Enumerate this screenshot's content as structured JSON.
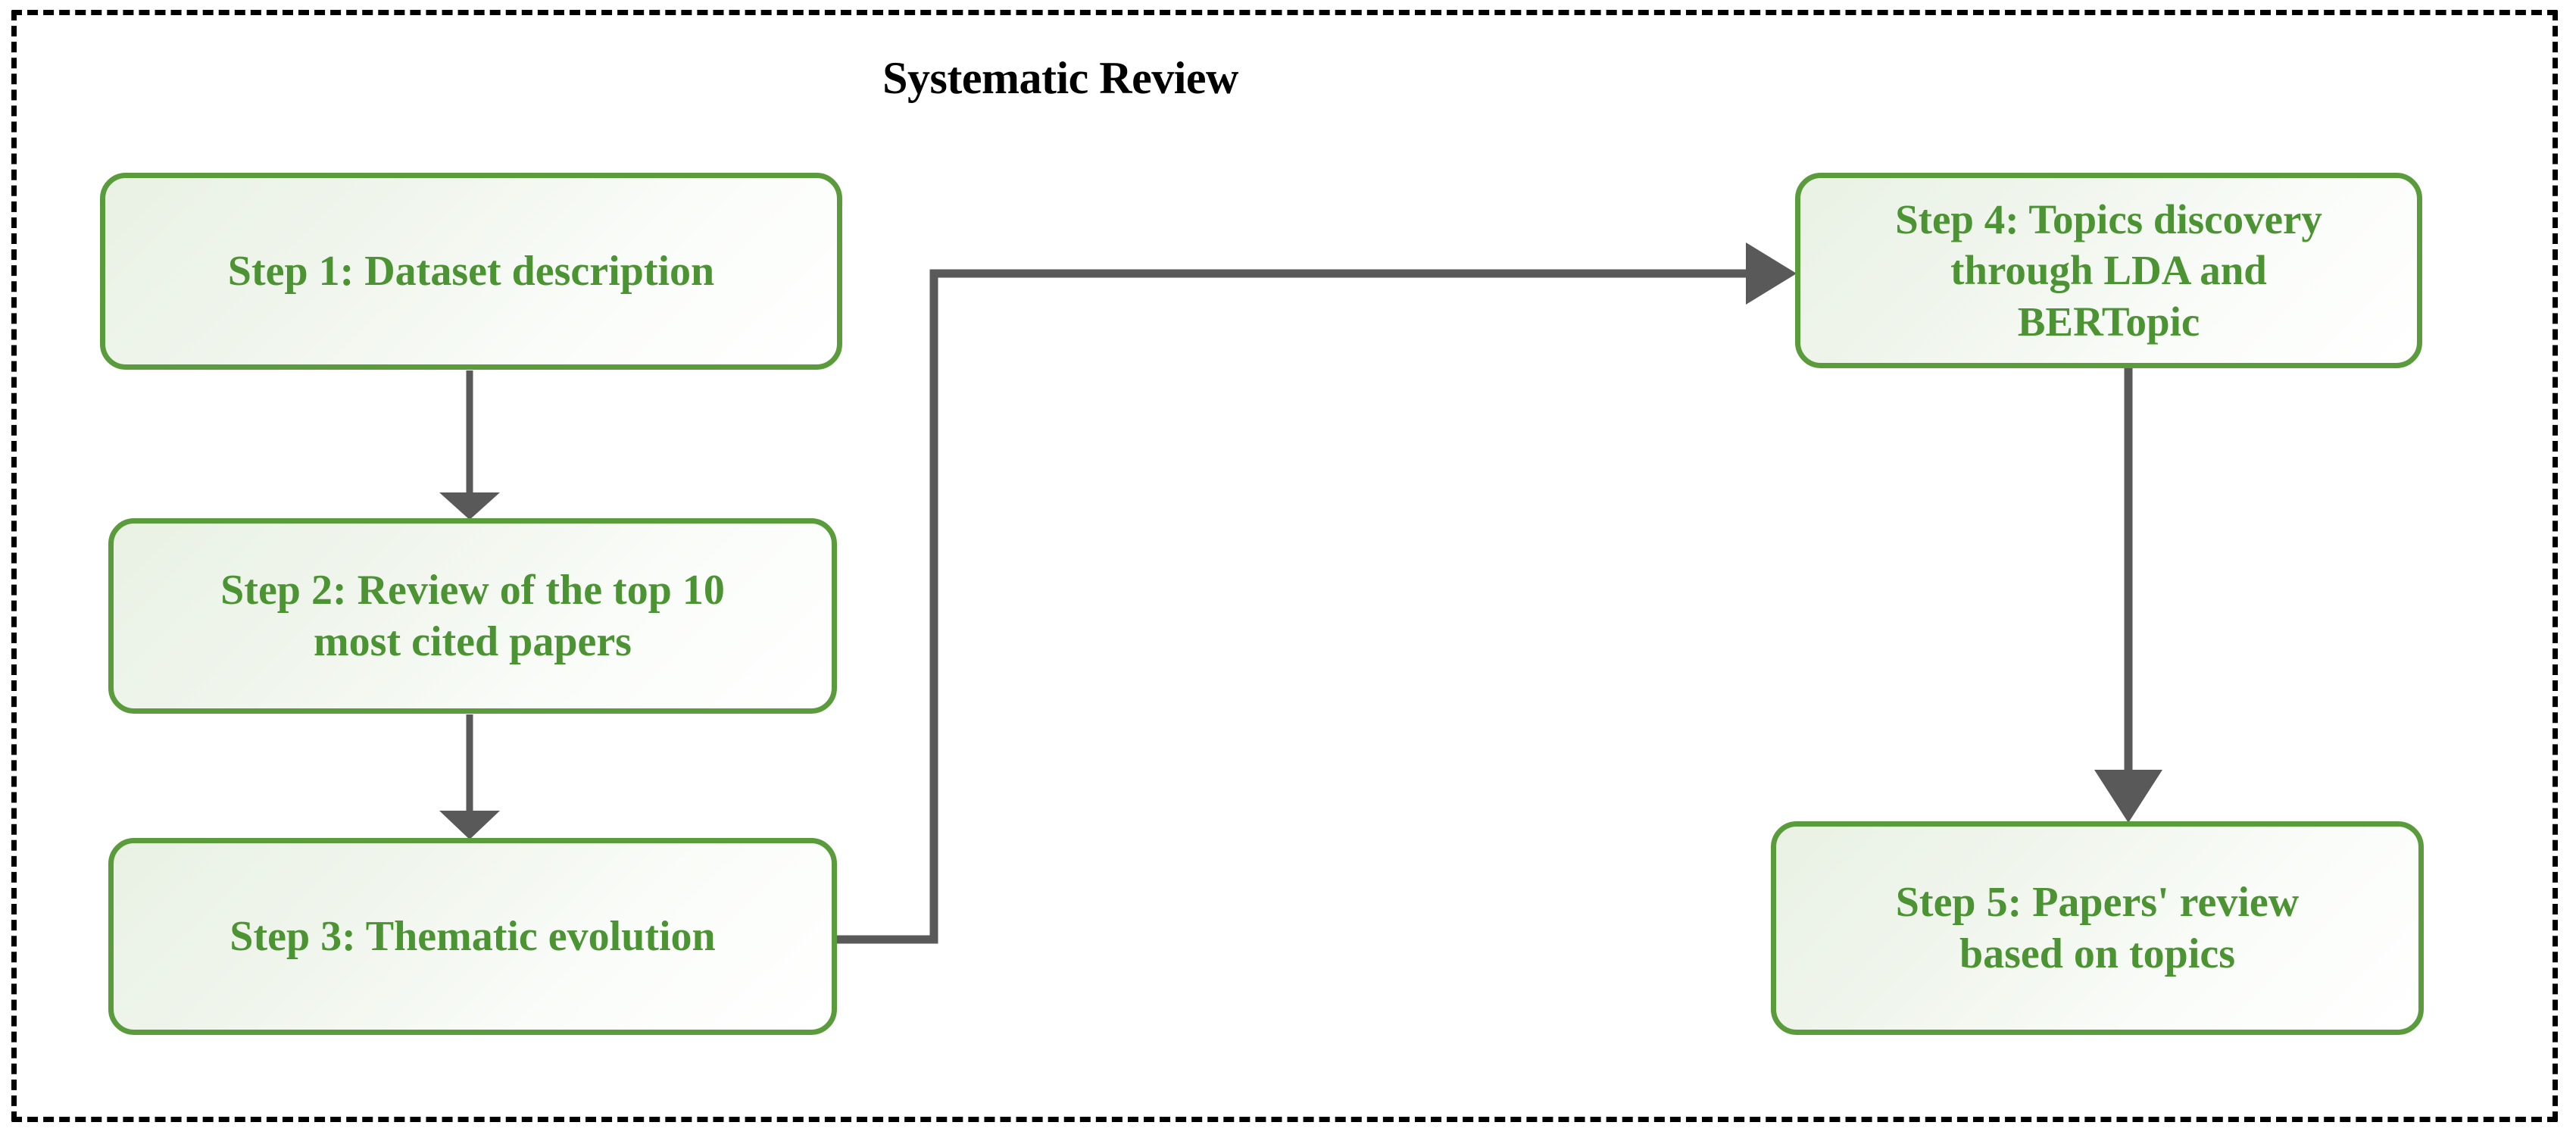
{
  "diagram": {
    "title": "Systematic Review",
    "frame": {
      "style": "dashed",
      "color": "#000000"
    },
    "palette": {
      "box_border": "#5A9C3C",
      "box_text": "#4C9433",
      "box_fill_start": "#E9F1E4",
      "box_fill_end": "#FFFFFF",
      "connector": "#595959",
      "frame": "#000000"
    },
    "nodes": [
      {
        "id": "step1",
        "label": "Step 1: Dataset description"
      },
      {
        "id": "step2",
        "label": "Step 2: Review of the top 10\nmost cited papers"
      },
      {
        "id": "step3",
        "label": "Step 3: Thematic evolution"
      },
      {
        "id": "step4",
        "label": "Step 4: Topics discovery\nthrough LDA and\nBERTopic"
      },
      {
        "id": "step5",
        "label": "Step 5: Papers' review\nbased on topics"
      }
    ],
    "edges": [
      {
        "id": "e1",
        "from": "step1",
        "to": "step2",
        "shape": "vertical"
      },
      {
        "id": "e2",
        "from": "step2",
        "to": "step3",
        "shape": "vertical"
      },
      {
        "id": "e3",
        "from": "step3",
        "to": "step4",
        "shape": "elbow"
      },
      {
        "id": "e4",
        "from": "step4",
        "to": "step5",
        "shape": "vertical"
      }
    ]
  }
}
